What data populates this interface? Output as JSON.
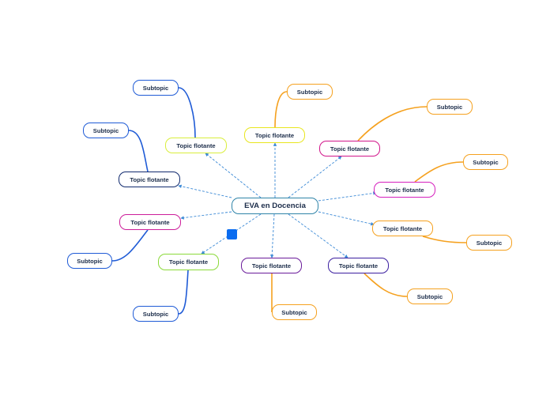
{
  "central": {
    "label": "EVA en Docencia",
    "color": "#2f84a8"
  },
  "floating_topics": [
    {
      "id": "ft-yellow-top",
      "label": "Topic flotante",
      "color": "#e8e61e"
    },
    {
      "id": "ft-yellow-left",
      "label": "Topic flotante",
      "color": "#d9ee3c"
    },
    {
      "id": "ft-magenta-top",
      "label": "Topic flotante",
      "color": "#d1158a"
    },
    {
      "id": "ft-navy-left",
      "label": "Topic flotante",
      "color": "#112a6e"
    },
    {
      "id": "ft-magenta-right",
      "label": "Topic flotante",
      "color": "#d51fbd"
    },
    {
      "id": "ft-magenta-left",
      "label": "Topic flotante",
      "color": "#cc1e9a"
    },
    {
      "id": "ft-orange-right",
      "label": "Topic flotante",
      "color": "#f5a11f"
    },
    {
      "id": "ft-green-left",
      "label": "Topic flotante",
      "color": "#8bd93a"
    },
    {
      "id": "ft-purple-bottom",
      "label": "Topic flotante",
      "color": "#6a1b9a"
    },
    {
      "id": "ft-indigo-bottom",
      "label": "Topic flotante",
      "color": "#3b1fa0"
    }
  ],
  "subtopics": [
    {
      "id": "st-1",
      "label": "Subtopic",
      "color": "#1f5bd6"
    },
    {
      "id": "st-2",
      "label": "Subtopic",
      "color": "#f5a11f"
    },
    {
      "id": "st-3",
      "label": "Subtopic",
      "color": "#f5a11f"
    },
    {
      "id": "st-4",
      "label": "Subtopic",
      "color": "#1f5bd6"
    },
    {
      "id": "st-5",
      "label": "Subtopic",
      "color": "#f5a11f"
    },
    {
      "id": "st-6",
      "label": "Subtopic",
      "color": "#f5a11f"
    },
    {
      "id": "st-7",
      "label": "Subtopic",
      "color": "#1f5bd6"
    },
    {
      "id": "st-8",
      "label": "Subtopic",
      "color": "#f5a11f"
    },
    {
      "id": "st-9",
      "label": "Subtopic",
      "color": "#f5a11f"
    },
    {
      "id": "st-10",
      "label": "Subtopic",
      "color": "#1f5bd6"
    }
  ],
  "connector_color": "#3c8ad6",
  "handle_color": "#0a6cf0"
}
